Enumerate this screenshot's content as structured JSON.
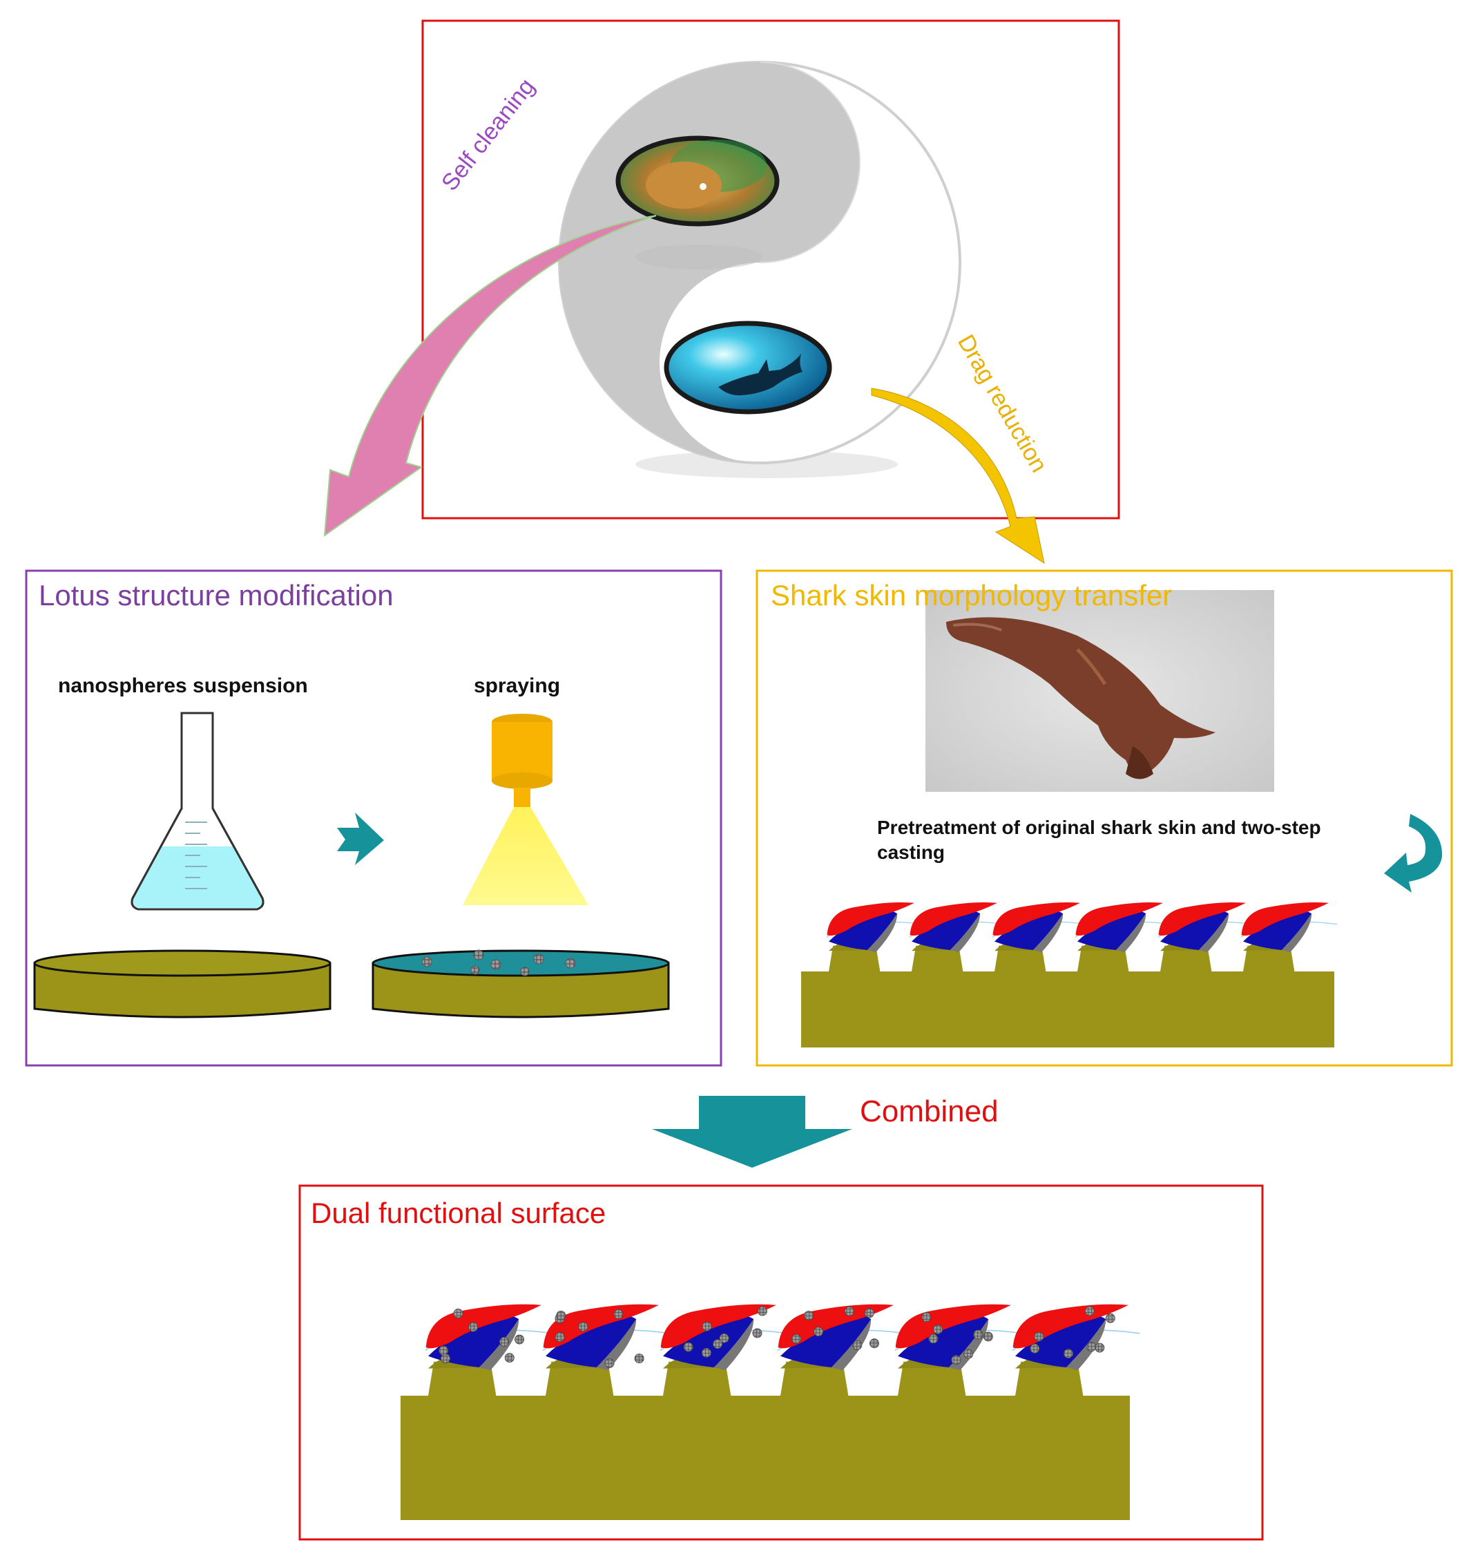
{
  "top": {
    "self_cleaning": "Self cleaning",
    "drag_reduction": "Drag reduction"
  },
  "lotus": {
    "title": "Lotus structure modification",
    "step1_label": "nanospheres suspension",
    "step2_label": "spraying"
  },
  "shark": {
    "title": "Shark skin morphology transfer",
    "process_label": "Pretreatment of original shark skin and two-step casting"
  },
  "combined_label": "Combined",
  "dual": {
    "title": "Dual functional surface"
  },
  "colors": {
    "red_frame": "#e01010",
    "purple_frame": "#8a3fb0",
    "yellow_frame": "#f0b800",
    "pink_arrow": "#e080b0",
    "gold_arrow": "#f5c400",
    "teal_arrow": "#16929a",
    "olive_substrate": "#9c9418",
    "scale_red": "#ee1010",
    "scale_blue": "#1010b0"
  }
}
